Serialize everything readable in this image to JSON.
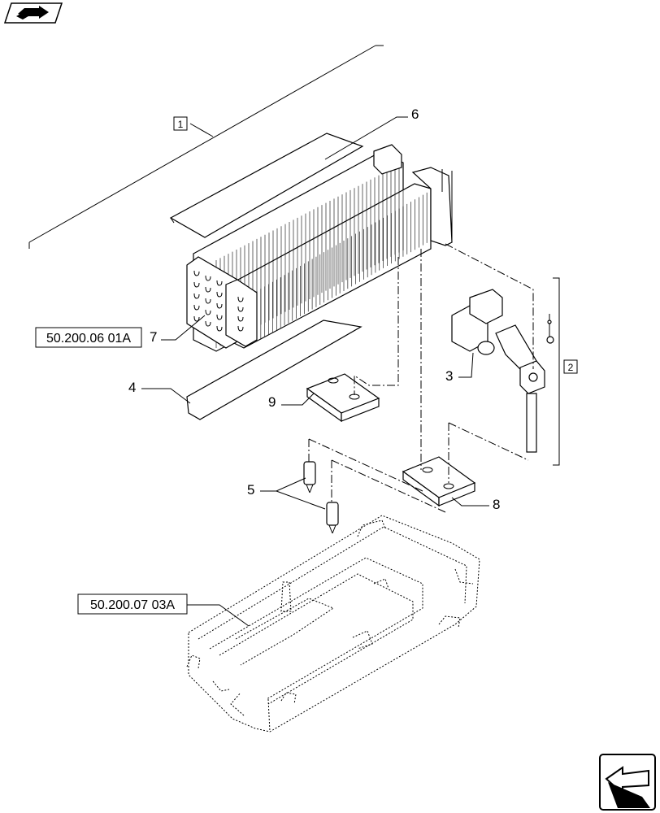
{
  "references": {
    "ref_heater": "50.200.06 01A",
    "ref_housing": "50.200.07 03A"
  },
  "groups": {
    "group_1": "1",
    "group_2": "2"
  },
  "callouts": {
    "c3": "3",
    "c4": "4",
    "c5": "5",
    "c6": "6",
    "c7": "7",
    "c8": "8",
    "c9": "9"
  },
  "icons": {
    "top_left": "book-arrow-icon",
    "bottom_right": "next-page-arrow-icon"
  }
}
